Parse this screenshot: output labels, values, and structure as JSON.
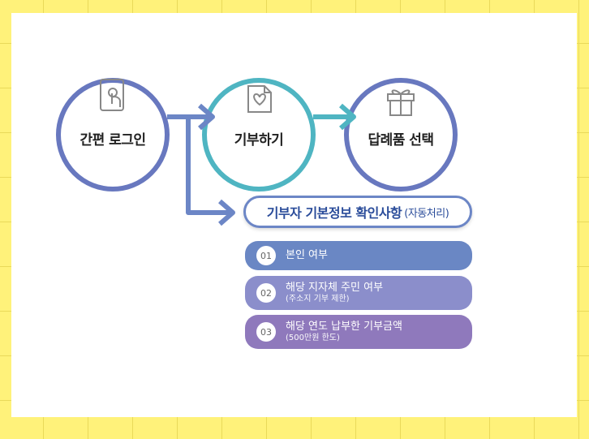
{
  "nodes": [
    {
      "label": "간편 로그인",
      "icon": "phone-tap-icon",
      "color": "#6878bf"
    },
    {
      "label": "기부하기",
      "icon": "heart-document-icon",
      "color": "#4fb5c2"
    },
    {
      "label": "답례품 선택",
      "icon": "gift-box-icon",
      "color": "#6878bf"
    }
  ],
  "info": {
    "title": "기부자 기본정보 확인사항",
    "subtitle": "(자동처리)",
    "items": [
      {
        "num": "01",
        "text": "본인 여부",
        "sub": "",
        "color": "#6a87c4"
      },
      {
        "num": "02",
        "text": "해당 지자체 주민 여부",
        "sub": "(주소지 기부 제한)",
        "color": "#8b8ecb"
      },
      {
        "num": "03",
        "text": "해당 연도 납부한 기부금액",
        "sub": "(500만원 한도)",
        "color": "#8f79bc"
      }
    ]
  },
  "colors": {
    "arrow_blue": "#6c86c6",
    "arrow_teal": "#4fb5c2",
    "background": "#fff27a"
  }
}
